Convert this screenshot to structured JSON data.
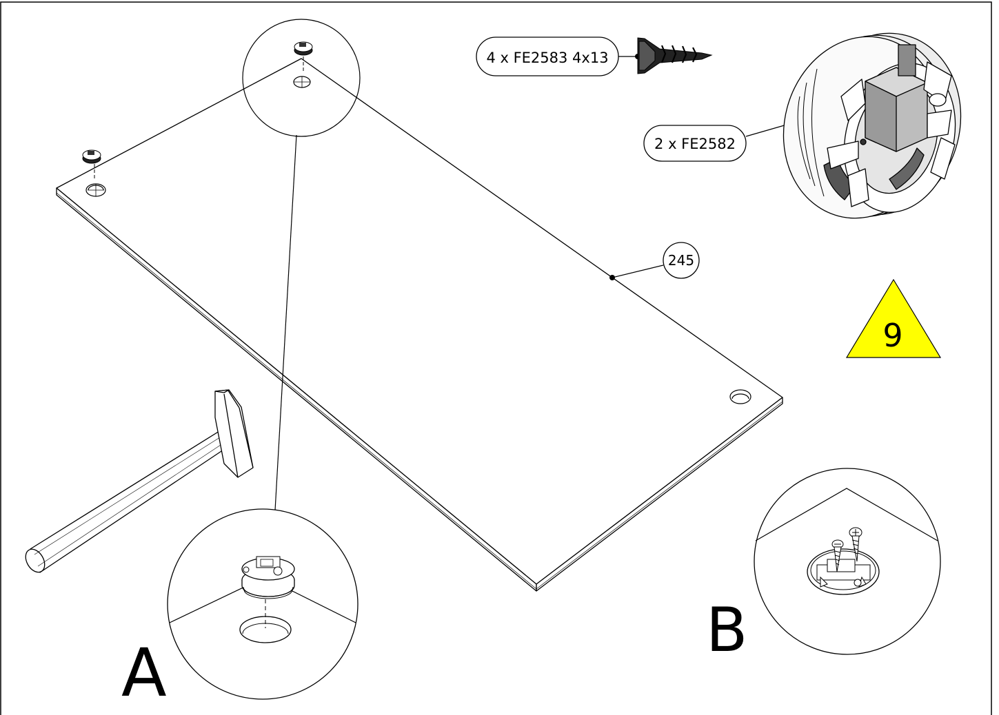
{
  "callouts": {
    "screw": "4 x FE2583 4x13",
    "connector": "2 x FE2582",
    "panel": "245"
  },
  "step": {
    "number": "9",
    "color": "#ffff00"
  },
  "details": {
    "a": "A",
    "b": "B"
  },
  "icons": {
    "tool": "hammer-icon",
    "screw": "screw-icon",
    "connector": "cam-connector-icon"
  }
}
